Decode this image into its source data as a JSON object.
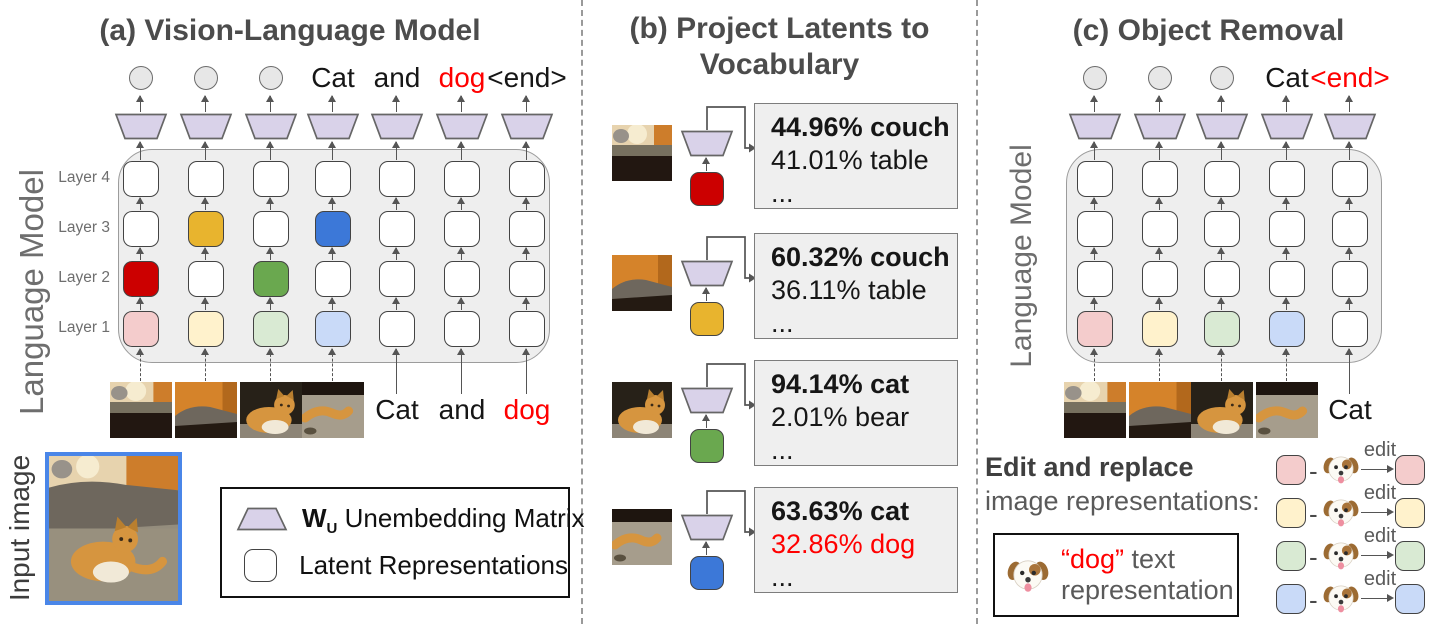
{
  "figure": {
    "colors": {
      "accent_red": "#FF0000",
      "trapezoid_fill": "#D9D2E9",
      "model_box_fill": "#EEEEEE",
      "result_box_fill": "#EFEFEF",
      "input_border_blue": "#4A86E8",
      "strong_red": "#CC0000",
      "strong_gold": "#E8B42E",
      "strong_green": "#6AA84F",
      "strong_blue": "#3C78D8",
      "light_pink": "#F4CCCC",
      "light_yellow": "#FFF2CC",
      "light_green": "#D9EAD3",
      "light_blue": "#C9DAF8"
    },
    "panel_a": {
      "title": "(a) Vision-Language Model",
      "side_label": "Language Model",
      "layer_labels": [
        "Layer 4",
        "Layer 3",
        "Layer 2",
        "Layer 1"
      ],
      "outputs": [
        {
          "kind": "circle"
        },
        {
          "kind": "circle"
        },
        {
          "kind": "circle"
        },
        {
          "kind": "word",
          "text": "Cat",
          "color": "#161616"
        },
        {
          "kind": "word",
          "text": "and",
          "color": "#161616"
        },
        {
          "kind": "word",
          "text": "dog",
          "color": "#FF0000"
        },
        {
          "kind": "word",
          "text": "<end>",
          "color": "#161616"
        }
      ],
      "grid": [
        [
          "#FFFFFF",
          "#FFFFFF",
          "#FFFFFF",
          "#FFFFFF",
          "#FFFFFF",
          "#FFFFFF",
          "#FFFFFF"
        ],
        [
          "#FFFFFF",
          "#E8B42E",
          "#FFFFFF",
          "#3C78D8",
          "#FFFFFF",
          "#FFFFFF",
          "#FFFFFF"
        ],
        [
          "#CC0000",
          "#FFFFFF",
          "#6AA84F",
          "#FFFFFF",
          "#FFFFFF",
          "#FFFFFF",
          "#FFFFFF"
        ],
        [
          "#F4CCCC",
          "#FFF2CC",
          "#D9EAD3",
          "#C9DAF8",
          "#FFFFFF",
          "#FFFFFF",
          "#FFFFFF"
        ]
      ],
      "inputs": [
        {
          "kind": "patch",
          "patch": "couch-lamp"
        },
        {
          "kind": "patch",
          "patch": "couch-corner"
        },
        {
          "kind": "patch",
          "patch": "cat"
        },
        {
          "kind": "patch",
          "patch": "tail"
        },
        {
          "kind": "word",
          "text": "Cat",
          "color": "#161616"
        },
        {
          "kind": "word",
          "text": "and",
          "color": "#161616"
        },
        {
          "kind": "word",
          "text": "dog",
          "color": "#FF0000"
        }
      ],
      "input_image_label": "Input image"
    },
    "panel_b": {
      "title_line1": "(b) Project Latents to",
      "title_line2": "Vocabulary",
      "rows": [
        {
          "patch": "couch-lamp",
          "square_color": "#CC0000",
          "lines": [
            {
              "text": "44.96% couch",
              "bold": true,
              "color": "#161616"
            },
            {
              "text": "41.01% table",
              "bold": false,
              "color": "#161616"
            },
            {
              "text": "...",
              "bold": false,
              "color": "#161616"
            }
          ]
        },
        {
          "patch": "couch-corner",
          "square_color": "#E8B42E",
          "lines": [
            {
              "text": "60.32% couch",
              "bold": true,
              "color": "#161616"
            },
            {
              "text": "36.11% table",
              "bold": false,
              "color": "#161616"
            },
            {
              "text": "...",
              "bold": false,
              "color": "#161616"
            }
          ]
        },
        {
          "patch": "cat",
          "square_color": "#6AA84F",
          "lines": [
            {
              "text": "94.14% cat",
              "bold": true,
              "color": "#161616"
            },
            {
              "text": "2.01% bear",
              "bold": false,
              "color": "#161616"
            },
            {
              "text": "...",
              "bold": false,
              "color": "#161616"
            }
          ]
        },
        {
          "patch": "tail",
          "square_color": "#3C78D8",
          "lines": [
            {
              "text": "63.63% cat",
              "bold": true,
              "color": "#161616"
            },
            {
              "text": "32.86% dog",
              "bold": false,
              "color": "#FF0000"
            },
            {
              "text": "...",
              "bold": false,
              "color": "#161616"
            }
          ]
        }
      ]
    },
    "panel_c": {
      "title": "(c) Object Removal",
      "side_label": "Language Model",
      "outputs": [
        {
          "kind": "circle"
        },
        {
          "kind": "circle"
        },
        {
          "kind": "circle"
        },
        {
          "kind": "word",
          "text": "Cat",
          "color": "#161616"
        },
        {
          "kind": "word",
          "text": "<end>",
          "color": "#FF0000"
        }
      ],
      "grid": [
        [
          "#FFFFFF",
          "#FFFFFF",
          "#FFFFFF",
          "#FFFFFF",
          "#FFFFFF"
        ],
        [
          "#FFFFFF",
          "#FFFFFF",
          "#FFFFFF",
          "#FFFFFF",
          "#FFFFFF"
        ],
        [
          "#FFFFFF",
          "#FFFFFF",
          "#FFFFFF",
          "#FFFFFF",
          "#FFFFFF"
        ],
        [
          "#F4CCCC",
          "#FFF2CC",
          "#D9EAD3",
          "#C9DAF8",
          "#FFFFFF"
        ]
      ],
      "inputs": [
        {
          "kind": "patch",
          "patch": "couch-lamp"
        },
        {
          "kind": "patch",
          "patch": "couch-corner"
        },
        {
          "kind": "patch",
          "patch": "cat"
        },
        {
          "kind": "patch",
          "patch": "tail"
        },
        {
          "kind": "word",
          "text": "Cat",
          "color": "#161616"
        }
      ],
      "edit_title_bold": "Edit and replace",
      "edit_title_rest": "image representations:",
      "dog_box": {
        "quoted": "“dog”",
        "rest": " text",
        "line2": "representation"
      },
      "edit_rows": [
        {
          "color": "#F4CCCC"
        },
        {
          "color": "#FFF2CC"
        },
        {
          "color": "#D9EAD3"
        },
        {
          "color": "#C9DAF8"
        }
      ],
      "edit_arrow_label": "edit",
      "minus_sign": "-"
    },
    "legend": {
      "unembedding": {
        "symbol_bold": "W",
        "symbol_sub": "U",
        "label": " Unembedding Matrix"
      },
      "latent": {
        "label": "Latent Representations"
      }
    }
  }
}
